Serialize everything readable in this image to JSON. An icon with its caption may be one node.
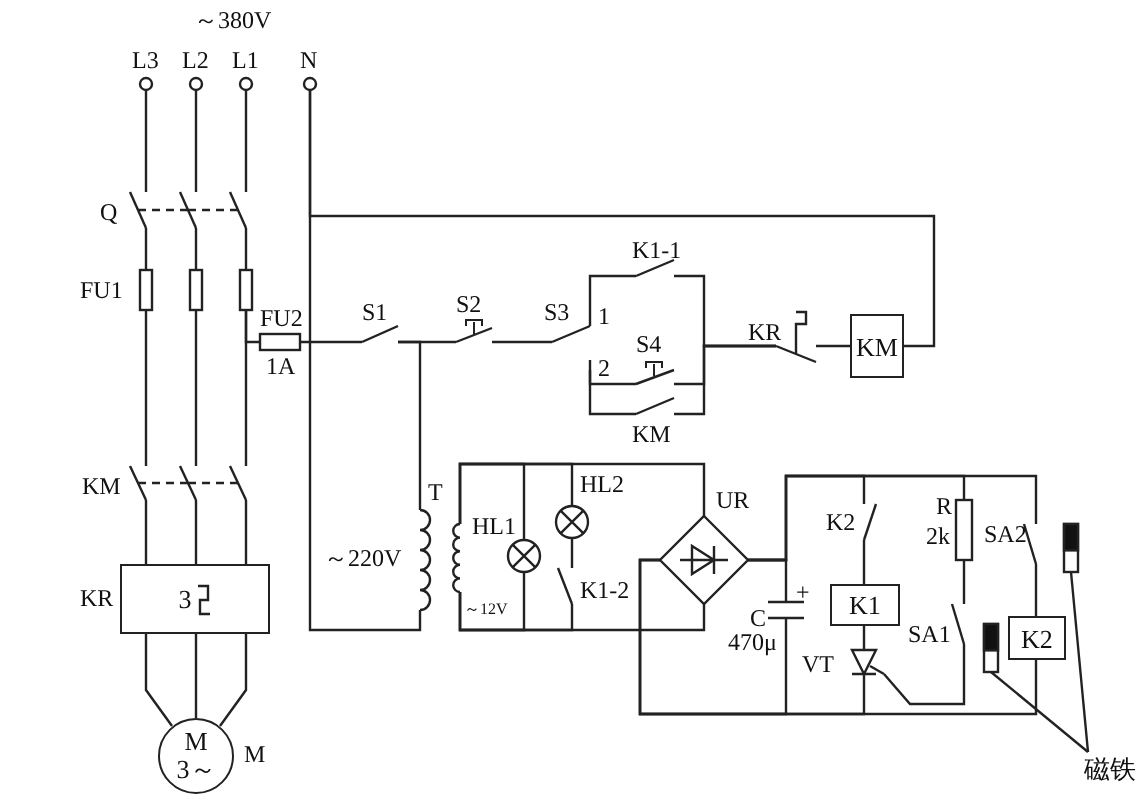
{
  "diagram": {
    "nodes": [
      {
        "text": [],
        "shape": "circle",
        "beside": [
          "L3"
        ]
      },
      {
        "text": [],
        "shape": "circle",
        "beside": [
          "L2"
        ]
      },
      {
        "text": [],
        "shape": "circle",
        "beside": [
          "L1"
        ]
      },
      {
        "text": [],
        "shape": "circle",
        "beside": [
          "N"
        ]
      },
      {
        "text": [],
        "shape": "switch"
      },
      {
        "text": [],
        "shape": "switch"
      },
      {
        "text": [],
        "shape": "switch"
      },
      {
        "text": [],
        "shape": "fuse"
      },
      {
        "text": [],
        "shape": "fuse"
      },
      {
        "text": [],
        "shape": "fuse"
      },
      {
        "text": [],
        "shape": "fuse",
        "beside": [
          "FU2",
          "1A"
        ]
      },
      {
        "text": [],
        "shape": "switch",
        "beside": [
          "S1"
        ]
      },
      {
        "text": [],
        "shape": "switch",
        "beside": [
          "S2"
        ]
      },
      {
        "text": [],
        "shape": "switch",
        "beside": [
          "S3",
          "1",
          "2"
        ]
      },
      {
        "text": [],
        "shape": "switch",
        "beside": [
          "K1-1"
        ]
      },
      {
        "text": [],
        "shape": "switch",
        "beside": [
          "S4"
        ]
      },
      {
        "text": [],
        "shape": "switch",
        "beside": [
          "KM"
        ]
      },
      {
        "text": [],
        "shape": "switch",
        "beside": [
          "KR"
        ]
      },
      {
        "text": [
          "KM"
        ]
      },
      {
        "text": [],
        "shape": "switch"
      },
      {
        "text": [],
        "shape": "switch"
      },
      {
        "text": [],
        "shape": "switch"
      },
      {
        "text": [
          "3"
        ],
        "beside": [
          "KR"
        ]
      },
      {
        "text": [
          "M 3～"
        ],
        "beside": [
          "M"
        ]
      },
      {
        "text": [],
        "shape": "coil",
        "beside": [
          "T",
          "～220V"
        ]
      },
      {
        "text": [],
        "shape": "coil",
        "beside": [
          "～12V"
        ]
      },
      {
        "text": [],
        "shape": "lamp",
        "beside": [
          "HL1"
        ]
      },
      {
        "text": [],
        "shape": "lamp",
        "beside": [
          "HL2"
        ]
      },
      {
        "text": [],
        "shape": "switch",
        "beside": [
          "K1-2"
        ]
      },
      {
        "text": [],
        "shape": "diamond",
        "beside": [
          "UR"
        ]
      },
      {
        "text": [],
        "shape": "capacitor",
        "beside": [
          "C",
          "+",
          "470μ"
        ]
      },
      {
        "text": [],
        "shape": "switch",
        "beside": [
          "K2"
        ]
      },
      {
        "text": [
          "K1"
        ]
      },
      {
        "text": [],
        "shape": "thyristor",
        "beside": [
          "VT"
        ]
      },
      {
        "text": [],
        "shape": "resistor",
        "beside": [
          "R",
          "2k"
        ]
      },
      {
        "text": [],
        "shape": "switch",
        "beside": [
          "SA1"
        ]
      },
      {
        "text": [],
        "shape": "switch",
        "beside": [
          "SA2"
        ]
      },
      {
        "text": [
          "K2"
        ]
      },
      {
        "text": [
          "磁铁"
        ]
      },
      {
        "text": [],
        "shape": "bar"
      },
      {
        "text": [],
        "shape": "bar"
      }
    ],
    "edges": [
      {
        "from": 0,
        "to": 4,
        "arrow": "none"
      },
      {
        "from": 1,
        "to": 5,
        "arrow": "none"
      },
      {
        "from": 2,
        "to": 6,
        "arrow": "none"
      },
      {
        "from": 4,
        "to": 7,
        "arrow": "none"
      },
      {
        "from": 5,
        "to": 8,
        "arrow": "none"
      },
      {
        "from": 6,
        "to": 9,
        "arrow": "none"
      },
      {
        "from": 7,
        "to": 19,
        "arrow": "none"
      },
      {
        "from": 8,
        "to": 20,
        "arrow": "none"
      },
      {
        "from": 9,
        "to": 21,
        "arrow": "none"
      },
      {
        "from": 9,
        "to": 10,
        "arrow": "none"
      },
      {
        "from": 19,
        "to": 22,
        "arrow": "none"
      },
      {
        "from": 20,
        "to": 22,
        "arrow": "none"
      },
      {
        "from": 21,
        "to": 22,
        "arrow": "none"
      },
      {
        "from": 22,
        "to": 23,
        "arrow": "none"
      },
      {
        "from": 22,
        "to": 23,
        "arrow": "none"
      },
      {
        "from": 22,
        "to": 23,
        "arrow": "none"
      },
      {
        "from": 10,
        "to": 11,
        "arrow": "none"
      },
      {
        "from": 11,
        "to": 12,
        "arrow": "none"
      },
      {
        "from": 11,
        "to": 24,
        "arrow": "none"
      },
      {
        "from": 12,
        "to": 13,
        "arrow": "none"
      },
      {
        "from": 13,
        "to": 14,
        "arrow": "none"
      },
      {
        "from": 13,
        "to": 15,
        "arrow": "none"
      },
      {
        "from": 13,
        "to": 16,
        "arrow": "none"
      },
      {
        "from": 14,
        "to": 17,
        "arrow": "none"
      },
      {
        "from": 15,
        "to": 17,
        "arrow": "none"
      },
      {
        "from": 16,
        "to": 17,
        "arrow": "none"
      },
      {
        "from": 17,
        "to": 18,
        "arrow": "none"
      },
      {
        "from": 3,
        "to": 18,
        "arrow": "none"
      },
      {
        "from": 3,
        "to": 24,
        "arrow": "none"
      },
      {
        "from": 25,
        "to": 26,
        "arrow": "none"
      },
      {
        "from": 25,
        "to": 27,
        "arrow": "none"
      },
      {
        "from": 25,
        "to": 29,
        "arrow": "none"
      },
      {
        "from": 25,
        "to": 26,
        "arrow": "none"
      },
      {
        "from": 25,
        "to": 28,
        "arrow": "none"
      },
      {
        "from": 25,
        "to": 29,
        "arrow": "none"
      },
      {
        "from": 27,
        "to": 28,
        "arrow": "none"
      },
      {
        "from": 29,
        "to": 30,
        "arrow": "none"
      },
      {
        "from": 29,
        "to": 31,
        "arrow": "none"
      },
      {
        "from": 29,
        "to": 34,
        "arrow": "none"
      },
      {
        "from": 29,
        "to": 36,
        "arrow": "none"
      },
      {
        "from": 31,
        "to": 32,
        "arrow": "none"
      },
      {
        "from": 32,
        "to": 33,
        "arrow": "none"
      },
      {
        "from": 34,
        "to": 35,
        "arrow": "none"
      },
      {
        "from": 36,
        "to": 37,
        "arrow": "none"
      },
      {
        "from": 35,
        "to": 33,
        "arrow": "none"
      },
      {
        "from": 29,
        "to": 30,
        "arrow": "none"
      },
      {
        "from": 29,
        "to": 33,
        "arrow": "none"
      },
      {
        "from": 29,
        "to": 37,
        "arrow": "none"
      },
      {
        "from": 38,
        "to": 39,
        "arrow": "none"
      },
      {
        "from": 38,
        "to": 40,
        "arrow": "none"
      },
      {
        "from": 4,
        "to": 5,
        "arrow": "none",
        "style": "dashed"
      },
      {
        "from": 5,
        "to": 6,
        "arrow": "none",
        "style": "dashed"
      },
      {
        "from": 19,
        "to": 20,
        "arrow": "none",
        "style": "dashed"
      },
      {
        "from": 20,
        "to": 21,
        "arrow": "none",
        "style": "dashed"
      }
    ],
    "labels": [
      "～380V",
      "Q",
      "FU1",
      "KM"
    ]
  }
}
